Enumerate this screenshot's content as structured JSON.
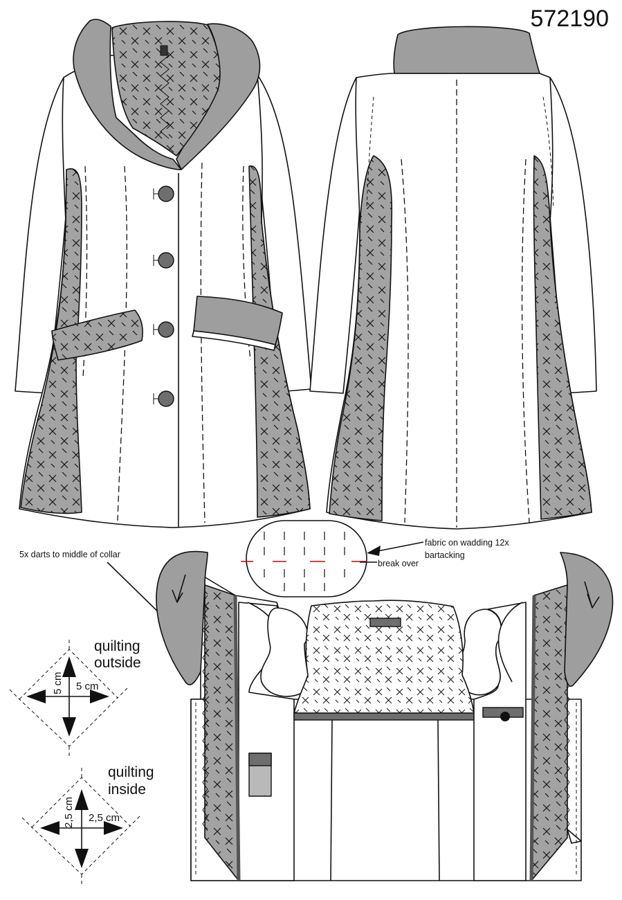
{
  "style_number": "572190",
  "annotations": {
    "darts": "5x darts to middle of collar",
    "fabric_on_wadding_line1": "fabric on wadding 12x",
    "fabric_on_wadding_line2": "bartacking",
    "break_over": "break over"
  },
  "quilting_outside": {
    "label_line1": "quilting",
    "label_line2": "outside",
    "dim_vertical": "5 cm",
    "dim_horizontal": "5 cm"
  },
  "quilting_inside": {
    "label_line1": "quilting",
    "label_line2": "inside",
    "dim_vertical": "2,5 cm",
    "dim_horizontal": "2,5 cm"
  },
  "colors": {
    "outline": "#111111",
    "quilted_panel": "#9e9e9e",
    "collar_grey": "#9e9e9e",
    "break_over_marks": "#d40000"
  }
}
